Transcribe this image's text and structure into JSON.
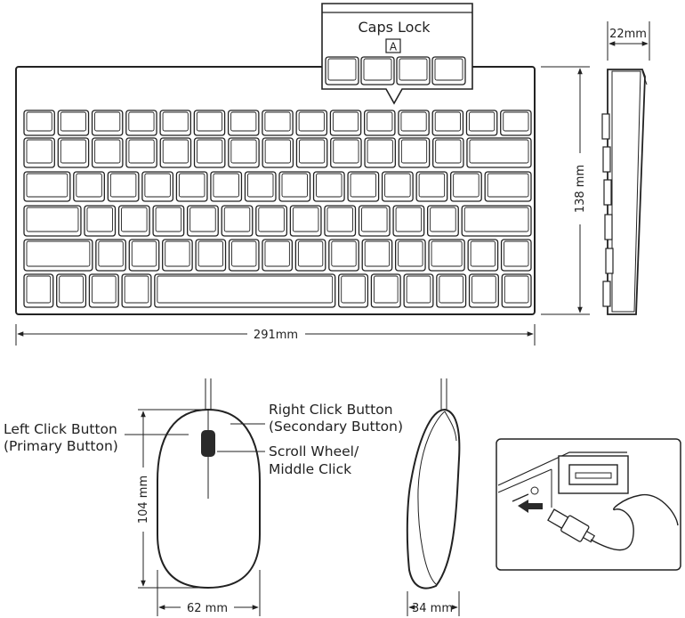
{
  "keyboard": {
    "caps_lock_label": "Caps Lock",
    "caps_lock_key": "A",
    "width_label": "291mm",
    "height_label": "138 mm",
    "depth_label": "22mm"
  },
  "mouse": {
    "left_button_line1": "Left Click Button",
    "left_button_line2": "(Primary Button)",
    "right_button_line1": "Right Click Button",
    "right_button_line2": "(Secondary Button)",
    "scroll_line1": "Scroll Wheel/",
    "scroll_line2": "Middle Click",
    "length_label": "104 mm",
    "width_label": "62 mm",
    "height_label": "34 mm"
  },
  "icons": [
    "usb-port-icon",
    "usb-plug-icon",
    "insert-arrow-icon"
  ]
}
